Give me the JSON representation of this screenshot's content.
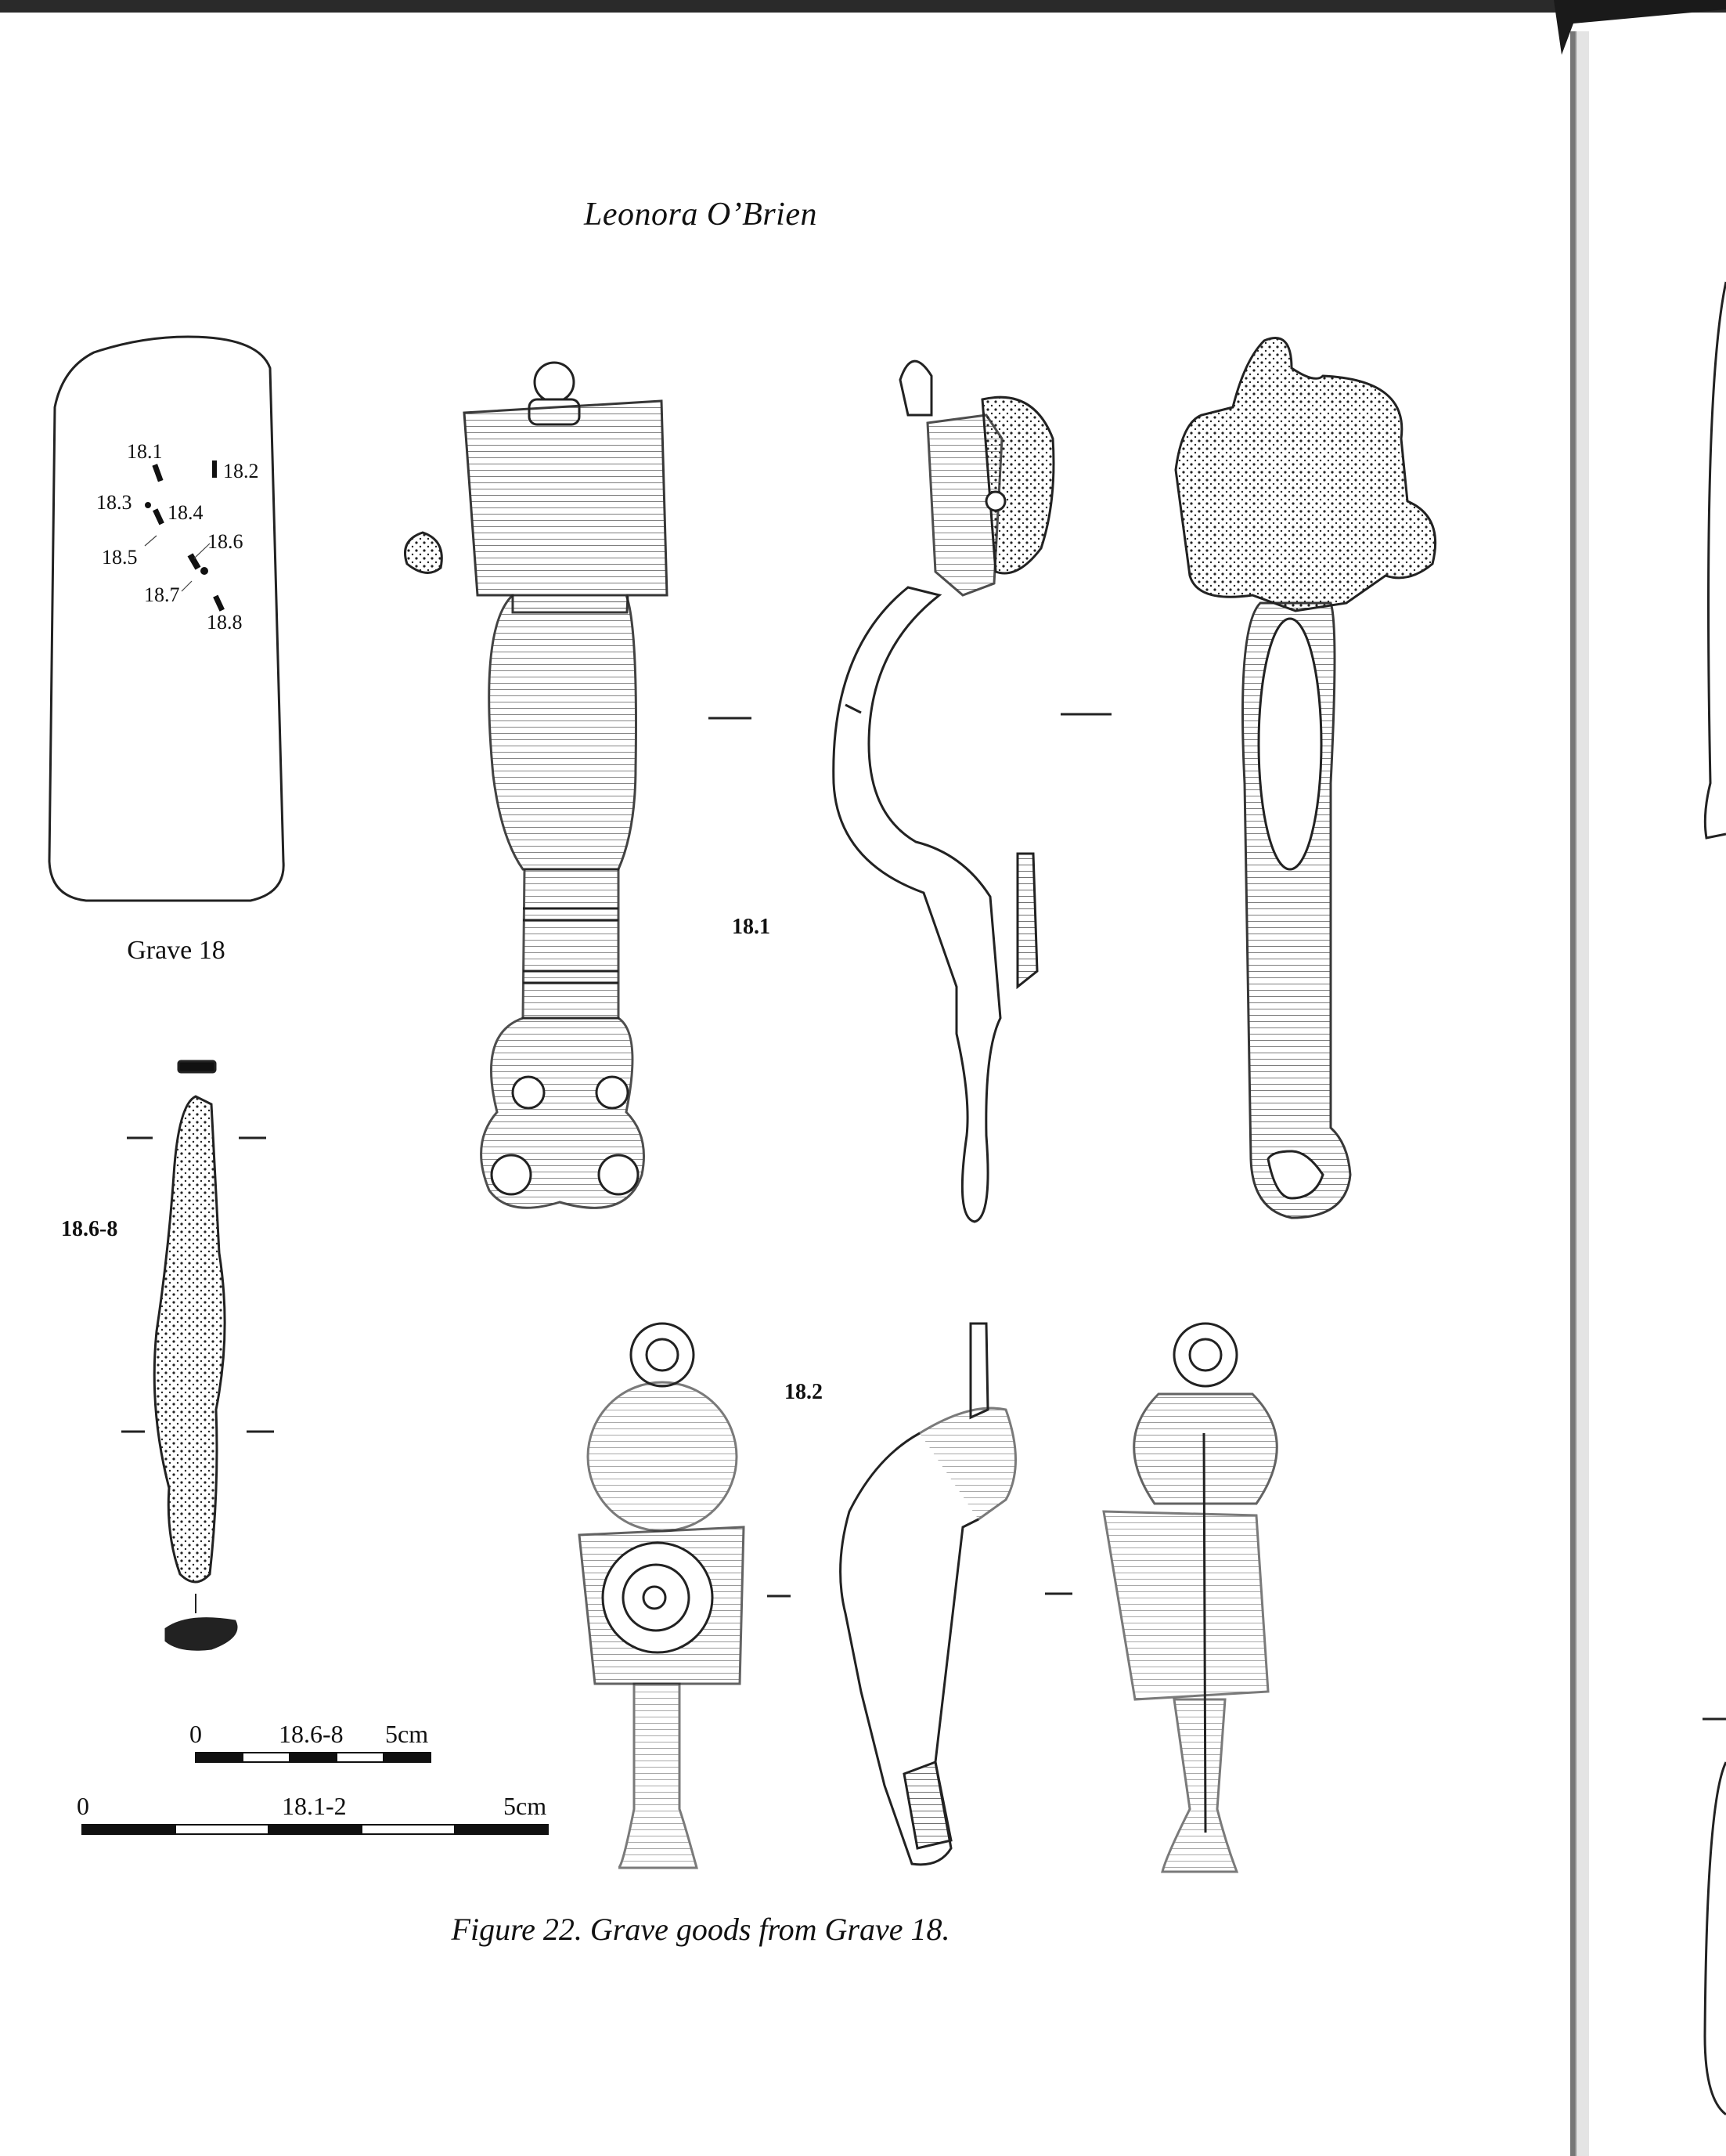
{
  "header": {
    "author": "Leonora O’Brien"
  },
  "grave_plan": {
    "title": "Grave 18",
    "markers": [
      "18.1",
      "18.2",
      "18.3",
      "18.4",
      "18.5",
      "18.6",
      "18.7",
      "18.8"
    ]
  },
  "objects": {
    "brooch_large": "18.1",
    "brooch_small": "18.2",
    "knife": "18.6-8"
  },
  "scales": {
    "small": {
      "start": "0",
      "label": "18.6-8",
      "end": "5cm"
    },
    "large": {
      "start": "0",
      "label": "18.1-2",
      "end": "5cm"
    }
  },
  "caption": "Figure 22. Grave goods from Grave 18."
}
